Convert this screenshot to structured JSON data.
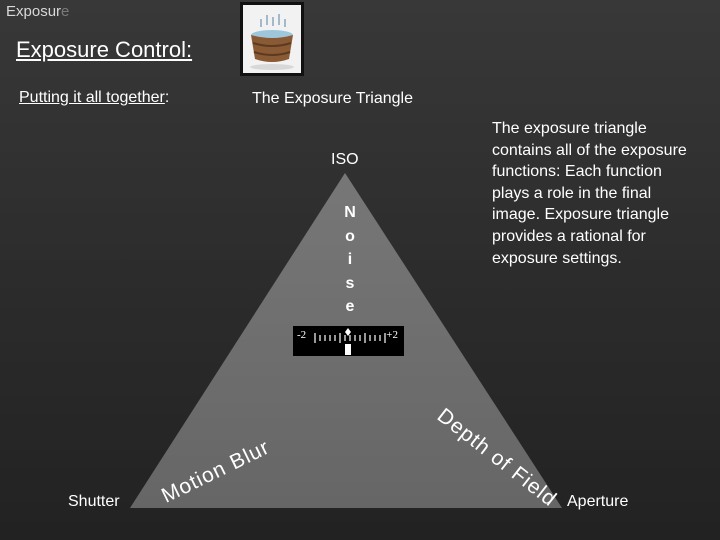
{
  "deck": {
    "title_main": "Exposur",
    "title_tail": "e"
  },
  "slide": {
    "heading": "Exposure Control:",
    "subhead_left": "Putting it all together",
    "subhead_left_suffix": ":",
    "subhead_center": "The Exposure Triangle",
    "description": "The exposure triangle contains all of the exposure functions: Each function plays a role in the final image. Exposure triangle provides a rational for exposure settings."
  },
  "triangle": {
    "top_label": "ISO",
    "left_label": "Shutter",
    "right_label": "Aperture",
    "vertical_text": [
      "N",
      "o",
      "i",
      "s",
      "e"
    ],
    "left_edge_text": "Motion Blur",
    "right_edge_text": "Depth of Field",
    "meter": {
      "minus": "-2",
      "plus": "+2"
    }
  },
  "icons": {
    "thumbnail": "hot-tub-icon"
  },
  "colors": {
    "triangle_fill": "#6e6e6e",
    "background": "#2e2e2e",
    "text": "#ffffff"
  }
}
